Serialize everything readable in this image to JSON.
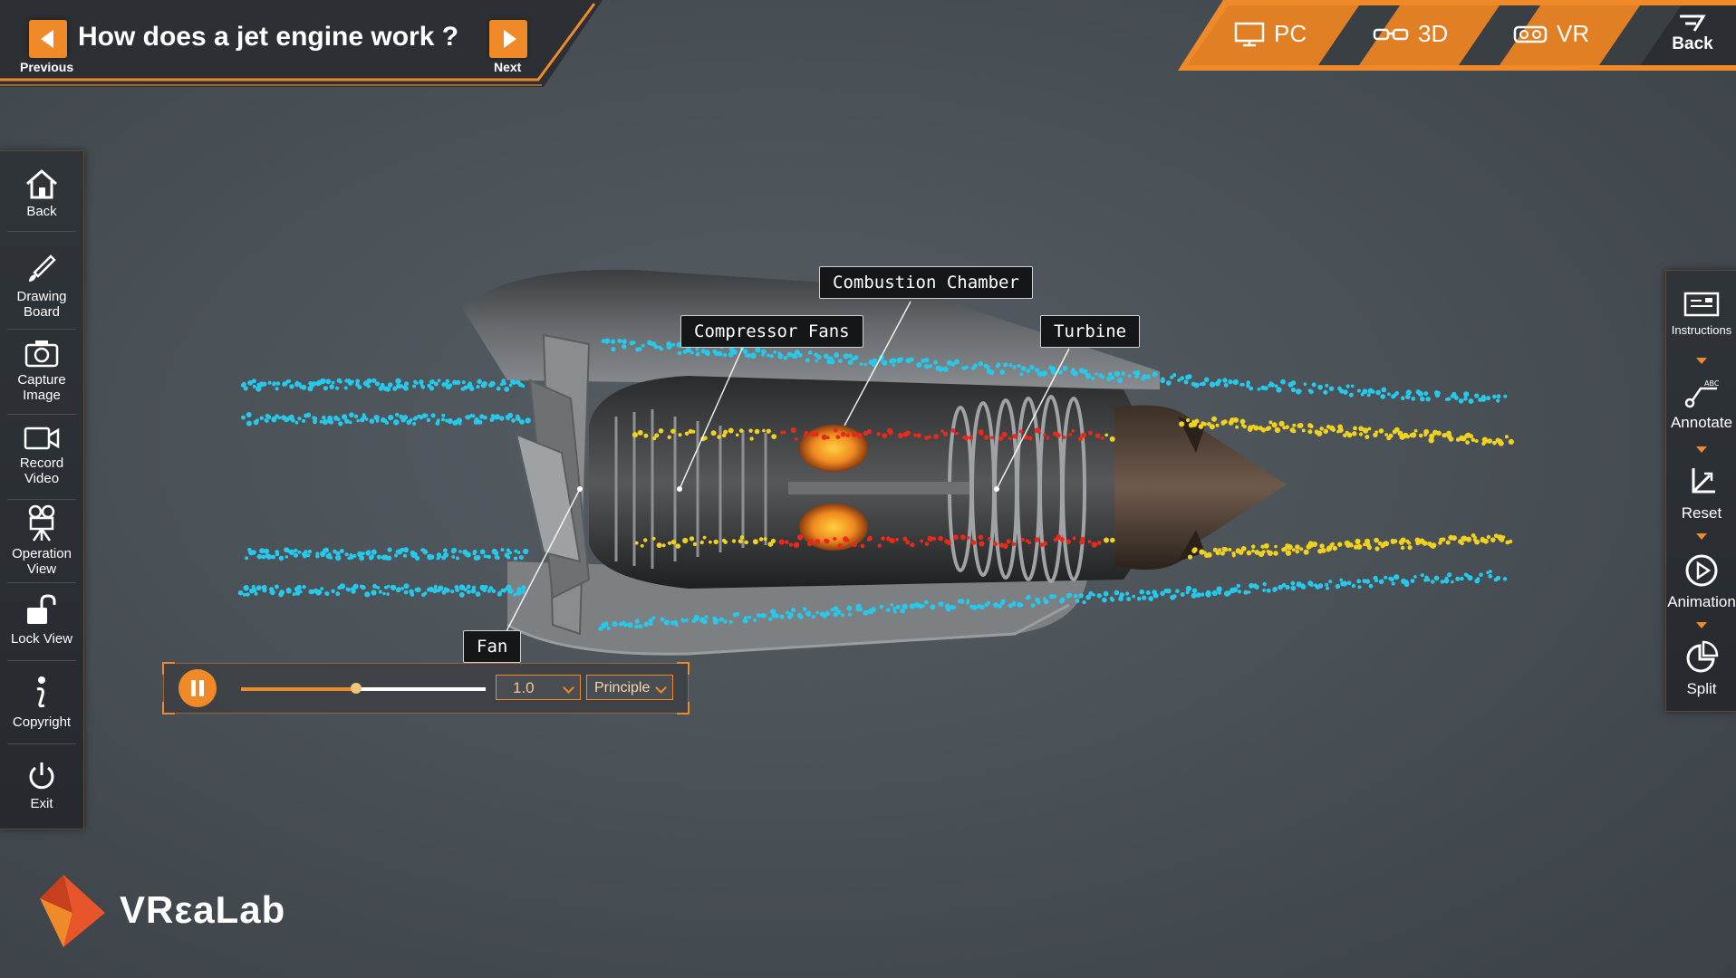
{
  "header": {
    "title": "How does a jet engine work ?",
    "previous_label": "Previous",
    "next_label": "Next"
  },
  "view_modes": [
    {
      "label": "PC",
      "icon": "monitor-icon"
    },
    {
      "label": "3D",
      "icon": "3d-glasses-icon"
    },
    {
      "label": "VR",
      "icon": "vr-headset-icon"
    }
  ],
  "top_back_label": "Back",
  "left_toolbar": [
    {
      "label": "Back",
      "icon": "home-icon"
    },
    {
      "label": "Drawing Board",
      "icon": "brush-icon"
    },
    {
      "label": "Capture Image",
      "icon": "camera-icon"
    },
    {
      "label": "Record Video",
      "icon": "video-camera-icon"
    },
    {
      "label": "Operation View",
      "icon": "operator-camera-icon"
    },
    {
      "label": "Lock View",
      "icon": "unlock-icon"
    },
    {
      "label": "Copyright",
      "icon": "info-icon"
    },
    {
      "label": "Exit",
      "icon": "power-icon"
    }
  ],
  "right_toolbar": [
    {
      "label": "Instructions",
      "icon": "instructions-icon"
    },
    {
      "label": "Annotate",
      "icon": "annotate-icon"
    },
    {
      "label": "Reset",
      "icon": "reset-axes-icon"
    },
    {
      "label": "Animation",
      "icon": "play-circle-icon"
    },
    {
      "label": "Split",
      "icon": "pie-split-icon"
    }
  ],
  "callouts": {
    "combustion": "Combustion Chamber",
    "compressor": "Compressor Fans",
    "turbine": "Turbine",
    "fan": "Fan"
  },
  "player": {
    "state": "playing",
    "progress": 0.47,
    "speed": "1.0",
    "mode": "Principle"
  },
  "logo": {
    "text": "VRealab",
    "display": "VRεaLab"
  },
  "colors": {
    "accent": "#f08a28",
    "cold_air": "#28c8ea",
    "exhaust": "#f0d020",
    "combustion": "#e82a1a",
    "panel": "#2a2e32"
  }
}
